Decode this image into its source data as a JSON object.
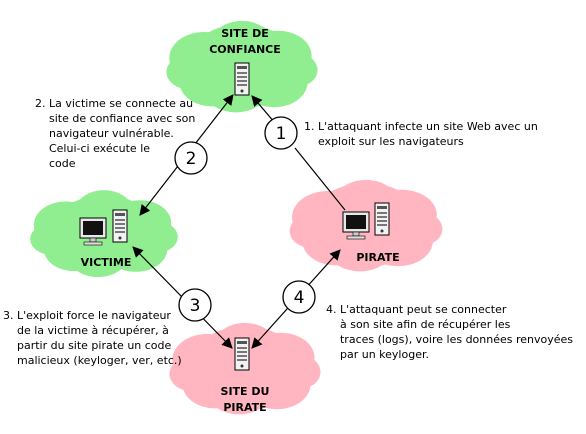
{
  "nodes": {
    "trusted_site": {
      "label_line1": "SITE DE",
      "label_line2": "CONFIANCE",
      "color": "#90ee90"
    },
    "victim": {
      "label": "VICTIME",
      "color": "#90ee90"
    },
    "pirate": {
      "label": "PIRATE",
      "color": "#ffb6c1"
    },
    "pirate_site": {
      "label_line1": "SITE DU",
      "label_line2": "PIRATE",
      "color": "#ffb6c1"
    }
  },
  "steps": [
    {
      "number": "1",
      "text": "1. L'attaquant infecte un site Web avec un\n    exploit sur les navigateurs"
    },
    {
      "number": "2",
      "text": "2. La victime se connecte au\n    site de confiance avec son\n    navigateur vulnérable.\n    Celui-ci exécute le\n    code"
    },
    {
      "number": "3",
      "text": "3. L'exploit force le navigateur\n    de la victime à récupérer, à\n    partir du site pirate un code\n    malicieux (keyloger, ver, etc.)"
    },
    {
      "number": "4",
      "text": "4. L'attaquant peut se connecter\n    à son site afin de récupérer les\n    traces (logs), voire les données renvoyées\n    par un keyloger."
    }
  ]
}
